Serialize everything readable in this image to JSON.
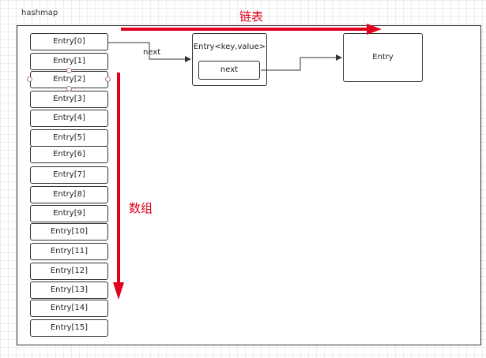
{
  "diagram": {
    "title": "hashmap",
    "entries": [
      "Entry[0]",
      "Entry[1]",
      "Entry[2]",
      "Entry[3]",
      "Entry[4]",
      "Entry[5]",
      "Entry[6]",
      "Entry[7]",
      "Entry[8]",
      "Entry[9]",
      "Entry[10]",
      "Entry[11]",
      "Entry[12]",
      "Entry[13]",
      "Entry[14]",
      "Entry[15]"
    ],
    "node": {
      "header": "Entry<key,value>",
      "next_field": "next"
    },
    "next_label": "next",
    "tail_node": "Entry",
    "linked_list_label": "链表",
    "array_label": "数组",
    "colors": {
      "accent": "#e0001b",
      "line": "#333333"
    }
  }
}
